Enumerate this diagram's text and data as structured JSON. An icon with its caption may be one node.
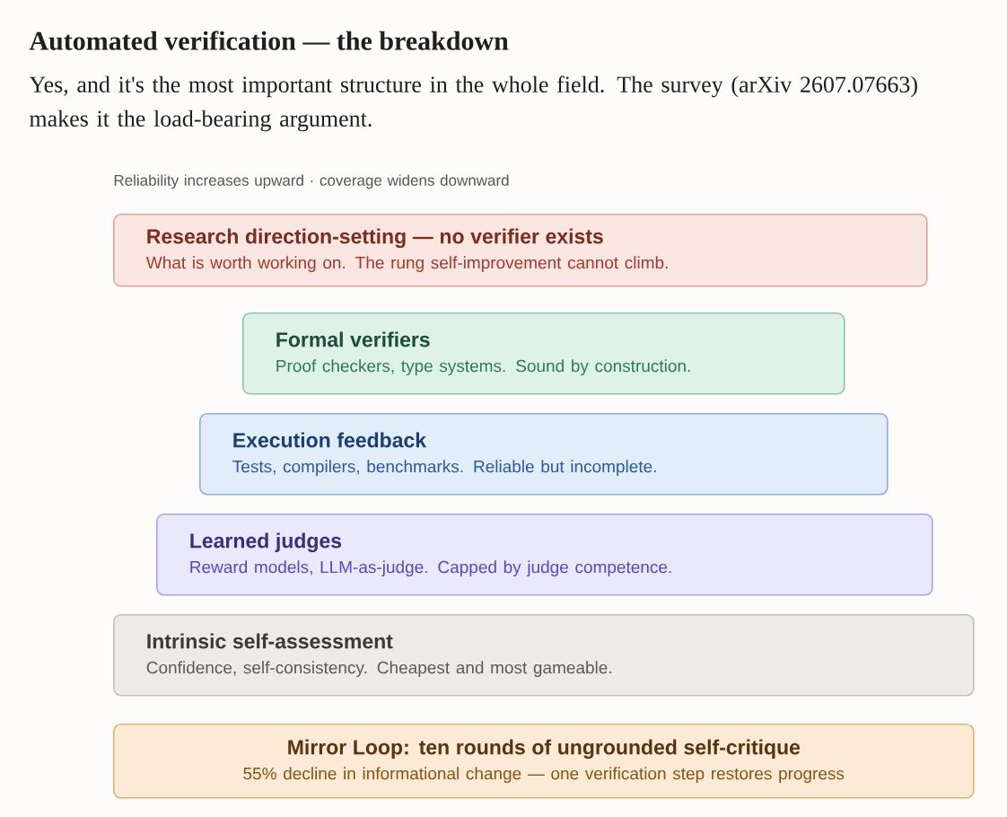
{
  "diagram": {
    "title": "Automated verification — the breakdown",
    "nodes": [
      {
        "text": [
          "Research direction-setting — no verifier exists",
          "What is worth working on. The rung self-improvement cannot climb."
        ]
      },
      {
        "text": [
          "Formal verifiers",
          "Proof checkers, type systems. Sound by construction."
        ]
      },
      {
        "text": [
          "Execution feedback",
          "Tests, compilers, benchmarks. Reliable but incomplete."
        ]
      },
      {
        "text": [
          "Learned judges",
          "Reward models, LLM-as-judge. Capped by judge competence."
        ]
      },
      {
        "text": [
          "Intrinsic self-assessment",
          "Confidence, self-consistency. Cheapest and most gameable."
        ]
      },
      {
        "text": [
          "Mirror Loop: ten rounds of ungrounded self-critique",
          "55% decline in informational change — one verification step restores progress"
        ]
      }
    ],
    "labels": [
      "Yes, and it's the most important structure in the whole field. The survey (arXiv 2607.07663) makes it the load-bearing argument.",
      "Reliability increases upward · coverage widens downward"
    ]
  }
}
